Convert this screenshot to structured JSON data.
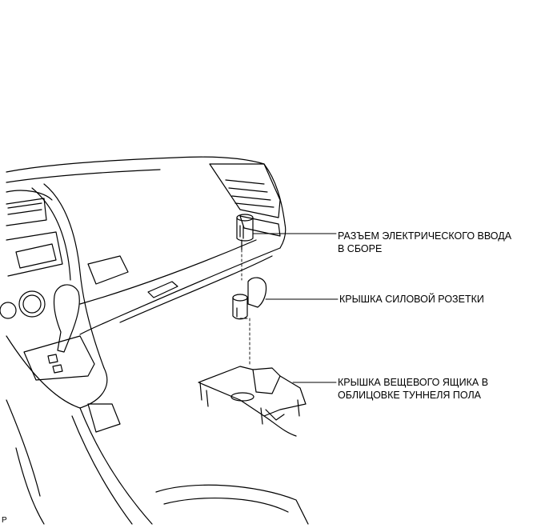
{
  "callouts": [
    {
      "id": "power-outlet-socket-assembly",
      "lines": [
        "РАЗЪЕМ ЭЛЕКТРИЧЕСКОГО ВВОДА",
        "В СБОРЕ"
      ]
    },
    {
      "id": "power-outlet-cover",
      "lines": [
        "КРЫШКА СИЛОВОЙ РОЗЕТКИ"
      ]
    },
    {
      "id": "console-box-cover",
      "lines": [
        "КРЫШКА ВЕЩЕВОГО ЯЩИКА В",
        "ОБЛИЦОВКЕ ТУННЕЛЯ ПОЛА"
      ]
    }
  ],
  "figure_code": "P",
  "colors": {
    "line": "#000000",
    "background": "#ffffff"
  }
}
